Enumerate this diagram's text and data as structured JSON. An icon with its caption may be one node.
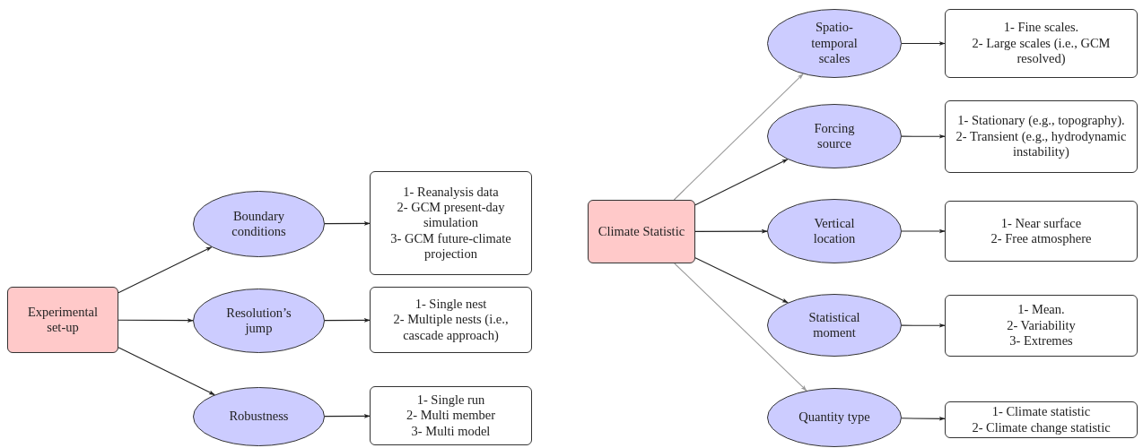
{
  "diagram": {
    "nodes": [
      {
        "text": [
          "Experimental set-up"
        ]
      },
      {
        "text": [
          "Boundary conditions"
        ]
      },
      {
        "text": [
          "Resolution’s jump"
        ]
      },
      {
        "text": [
          "Robustness"
        ]
      },
      {
        "text": [
          "1- Reanalysis data",
          "2- GCM present-day simulation",
          "3- GCM future-climate projection"
        ]
      },
      {
        "text": [
          "1- Single nest",
          "2- Multiple nests (i.e., cascade approach)"
        ]
      },
      {
        "text": [
          "1- Single run",
          "2- Multi member",
          "3- Multi model"
        ]
      },
      {
        "text": [
          "Climate Statistic"
        ]
      },
      {
        "text": [
          "Spatio-temporal scales"
        ]
      },
      {
        "text": [
          "Forcing source"
        ]
      },
      {
        "text": [
          "Vertical location"
        ]
      },
      {
        "text": [
          "Statistical moment"
        ]
      },
      {
        "text": [
          "Quantity type"
        ]
      },
      {
        "text": [
          "1- Fine scales.",
          "2- Large scales (i.e., GCM resolved)"
        ]
      },
      {
        "text": [
          "1- Stationary (e.g., topography).",
          "2- Transient (e.g., hydrodynamic instability)"
        ]
      },
      {
        "text": [
          "1- Near surface",
          "2- Free atmosphere"
        ]
      },
      {
        "text": [
          "1- Mean.",
          "2- Variability",
          "3- Extremes"
        ]
      },
      {
        "text": [
          "1- Climate statistic",
          "2- Climate change statistic"
        ]
      }
    ],
    "edges": [
      {
        "from": 0,
        "to": 1,
        "arrow": "to"
      },
      {
        "from": 0,
        "to": 2,
        "arrow": "to"
      },
      {
        "from": 0,
        "to": 3,
        "arrow": "to"
      },
      {
        "from": 1,
        "to": 4,
        "arrow": "to"
      },
      {
        "from": 2,
        "to": 5,
        "arrow": "to"
      },
      {
        "from": 3,
        "to": 6,
        "arrow": "to"
      },
      {
        "from": 7,
        "to": 8,
        "arrow": "to",
        "color": "#9a9a9a"
      },
      {
        "from": 7,
        "to": 9,
        "arrow": "to"
      },
      {
        "from": 7,
        "to": 10,
        "arrow": "to"
      },
      {
        "from": 7,
        "to": 11,
        "arrow": "to"
      },
      {
        "from": 7,
        "to": 12,
        "arrow": "to",
        "color": "#9a9a9a"
      },
      {
        "from": 8,
        "to": 13,
        "arrow": "to"
      },
      {
        "from": 9,
        "to": 14,
        "arrow": "to"
      },
      {
        "from": 10,
        "to": 15,
        "arrow": "to"
      },
      {
        "from": 11,
        "to": 16,
        "arrow": "to"
      },
      {
        "from": 12,
        "to": 17,
        "arrow": "to"
      }
    ]
  }
}
